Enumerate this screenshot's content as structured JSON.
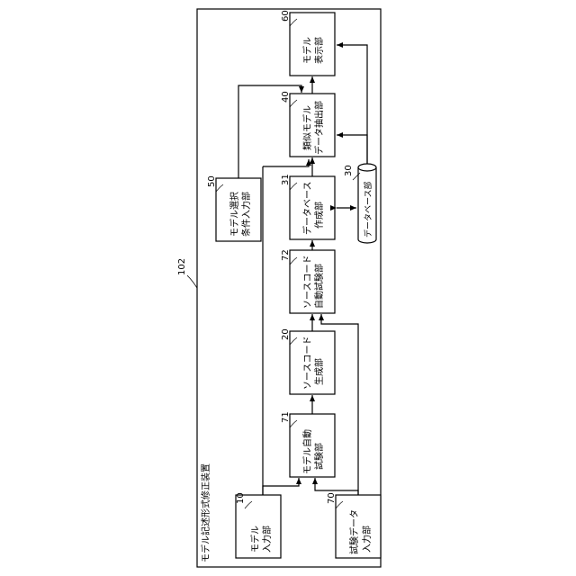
{
  "device": {
    "title": "モデル記述形式修正装置",
    "ref": "102"
  },
  "blocks": {
    "model_input": {
      "ref": "10",
      "line1": "モデル",
      "line2": "入力部"
    },
    "test_data_input": {
      "ref": "70",
      "line1": "試験データ",
      "line2": "入力部"
    },
    "model_auto_test": {
      "ref": "71",
      "line1": "モデル自動",
      "line2": "試験部"
    },
    "source_gen": {
      "ref": "20",
      "line1": "ソースコード",
      "line2": "生成部"
    },
    "source_auto_test": {
      "ref": "72",
      "line1": "ソースコード",
      "line2": "自動試験部"
    },
    "db_create": {
      "ref": "31",
      "line1": "データベース",
      "line2": "作成部"
    },
    "similar_extract": {
      "ref": "40",
      "line1": "類似モデル",
      "line2": "データ抽出部"
    },
    "model_display": {
      "ref": "60",
      "line1": "モデル",
      "line2": "表示部"
    },
    "select_cond_input": {
      "ref": "50",
      "line1": "モデル選択",
      "line2": "条件入力部"
    },
    "database": {
      "ref": "30",
      "label": "データベース部"
    }
  }
}
